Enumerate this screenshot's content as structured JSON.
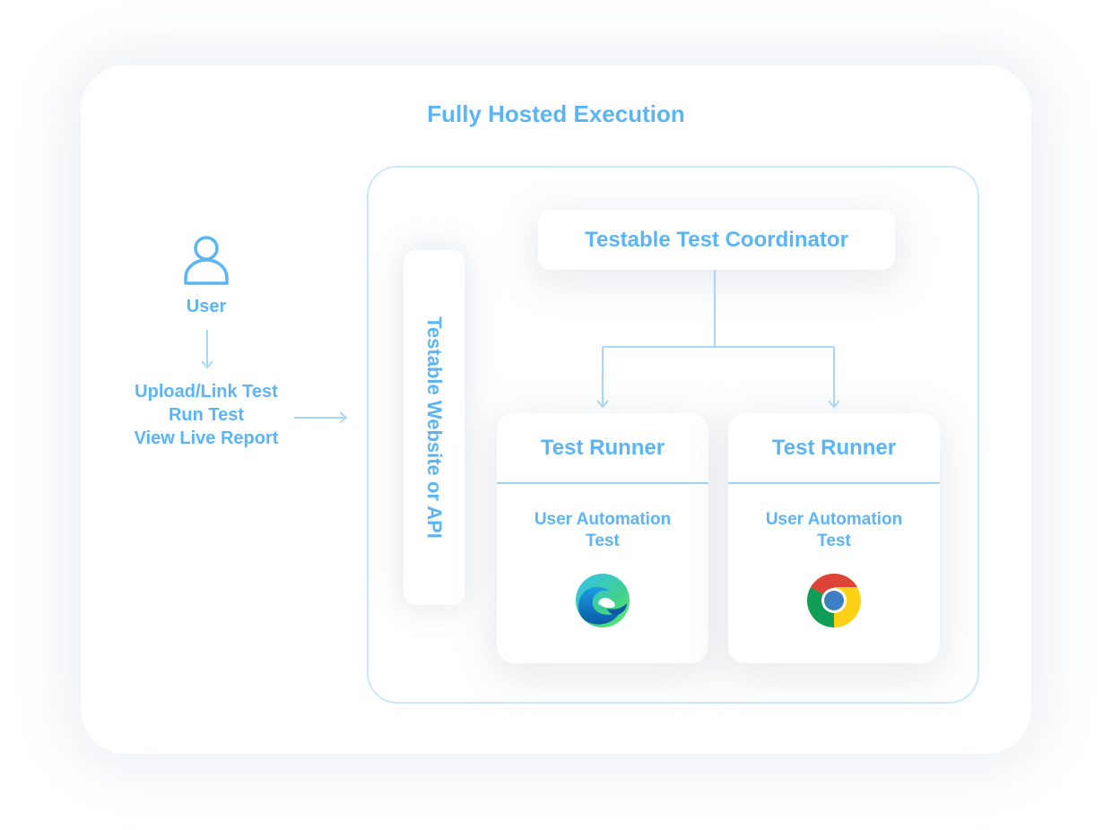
{
  "title": "Fully Hosted Execution",
  "user": {
    "label": "User",
    "icon": "user-icon"
  },
  "actions": [
    "Upload/Link Test",
    "Run Test",
    "View Live Report"
  ],
  "website": {
    "label": "Testable Website or API"
  },
  "coordinator": {
    "label": "Testable Test Coordinator"
  },
  "runners": [
    {
      "title": "Test Runner",
      "subtitle_line1": "User Automation",
      "subtitle_line2": "Test",
      "browser": "edge-icon"
    },
    {
      "title": "Test Runner",
      "subtitle_line1": "User Automation",
      "subtitle_line2": "Test",
      "browser": "chrome-icon"
    }
  ],
  "colors": {
    "accent": "#5bb5f5",
    "line": "#a8d8f8",
    "frame": "#c9e9fb"
  }
}
